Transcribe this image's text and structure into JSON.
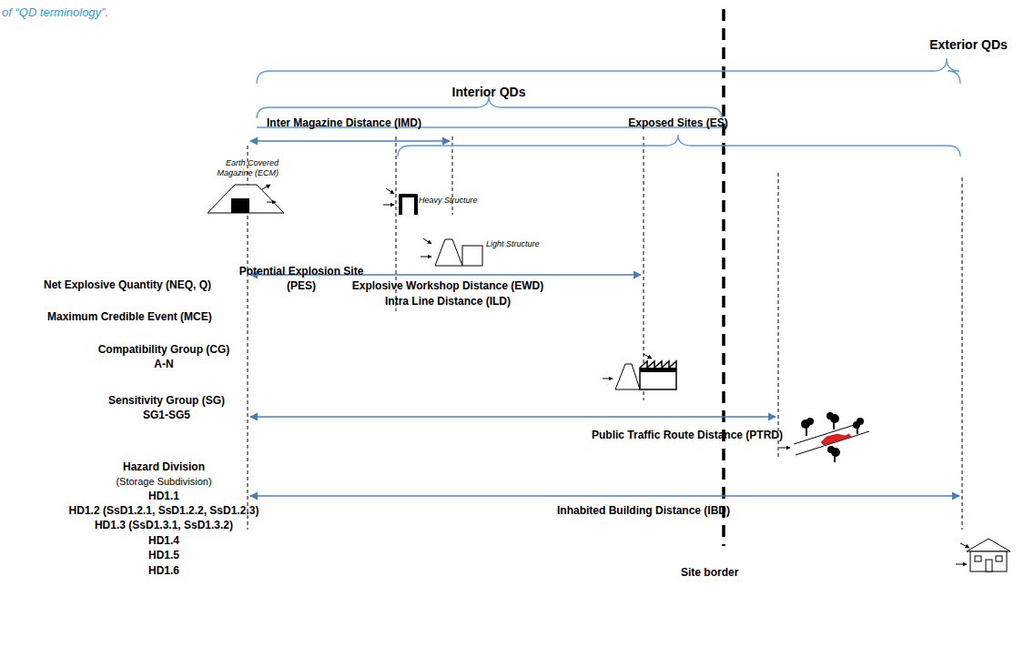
{
  "diagram": {
    "caption": "of “QD terminology”.",
    "labels": [
      "Exterior QDs",
      "Interior QDs",
      "Inter Magazine Distance (IMD)",
      "Exposed Sites (ES)",
      "Earth Covered Magazine (ECM)",
      "Heavy Structure",
      "Potential Explosion Site (PES)",
      "Light Structure",
      "Net Explosive Quantity (NEQ, Q)",
      "Explosive Workshop Distance (EWD)",
      "Intra Line Distance (ILD)",
      "Maximum Credible Event (MCE)",
      "Compatibility Group (CG)",
      "A-N",
      "Sensitivity Group (SG)",
      "SG1-SG5",
      "Public Traffic Route Distance (PTRD)",
      "Hazard Division",
      "(Storage Subdivision)",
      "Inhabited Building Distance (IBD)",
      "HD1.1",
      "HD1.2 (SsD1.2.1, SsD1.2.2, SsD1.2.3)",
      "HD1.3 (SsD1.3.1, SsD1.3.2)",
      "HD1.4",
      "HD1.5",
      "HD1.6",
      "Site border"
    ]
  }
}
